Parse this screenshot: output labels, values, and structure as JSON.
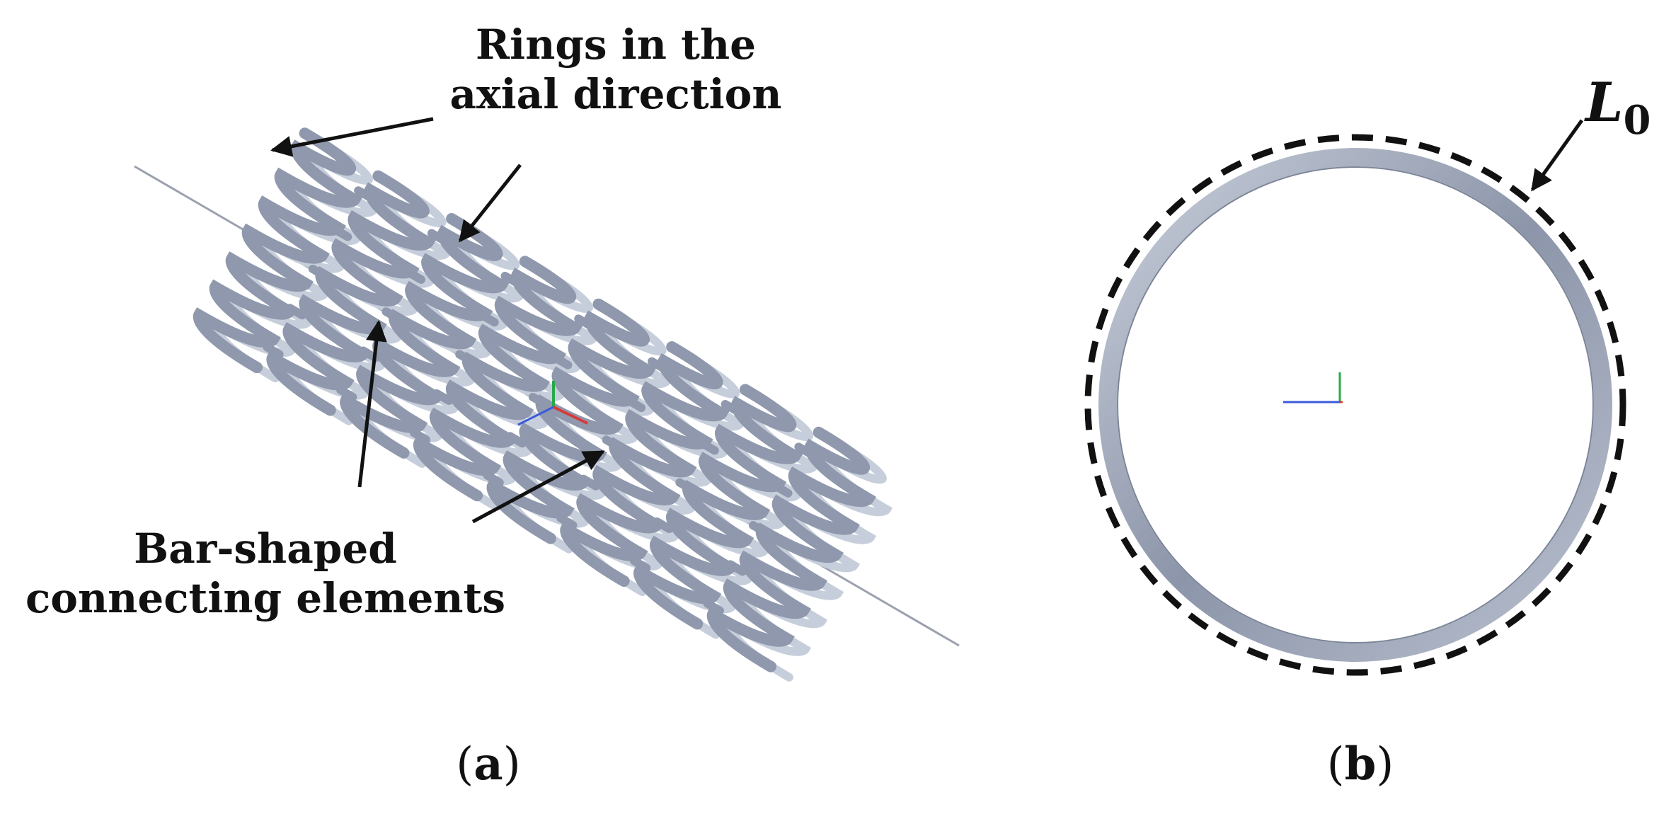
{
  "panel_a": {
    "label_open": "(",
    "label_letter": "a",
    "label_close": ")",
    "annotation_rings": [
      "Rings in the",
      "axial direction"
    ],
    "annotation_bars": [
      "Bar-shaped",
      "connecting elements"
    ],
    "stent_color": "#8f98ac",
    "stent_highlight": "#c7cedb"
  },
  "panel_b": {
    "label_open": "(",
    "label_letter": "b",
    "label_close": ")",
    "l0_symbol": "L",
    "l0_subscript": "0",
    "ring_color": "#9aa2b6",
    "dash_color": "#111111"
  },
  "colors": {
    "arrow": "#111111",
    "axis_x": "#d83a3a",
    "axis_y": "#2aa84a",
    "axis_z": "#3a5ad8"
  }
}
